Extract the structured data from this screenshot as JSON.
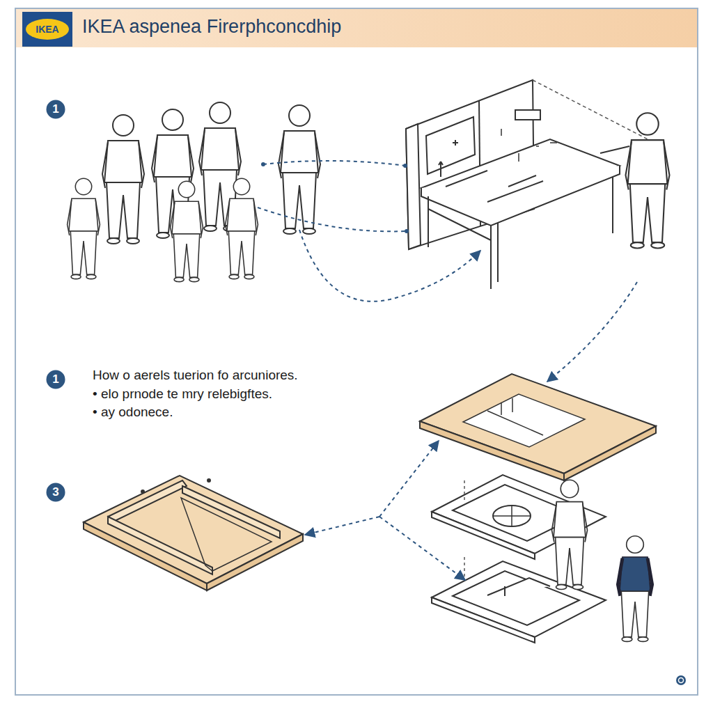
{
  "diagram": {
    "title": "IKEA aspenea Firerphconcdhip",
    "nodes": [
      {
        "text": [
          "IKEA"
        ]
      },
      {
        "text": [
          "1"
        ]
      },
      {
        "text": [
          "1"
        ]
      },
      {
        "text": [
          "3"
        ]
      }
    ],
    "labels": [
      "How o aerels tuerion fo arcuniores.",
      "• elo prnode te mry relebigftes.",
      "• ay odonece."
    ]
  }
}
